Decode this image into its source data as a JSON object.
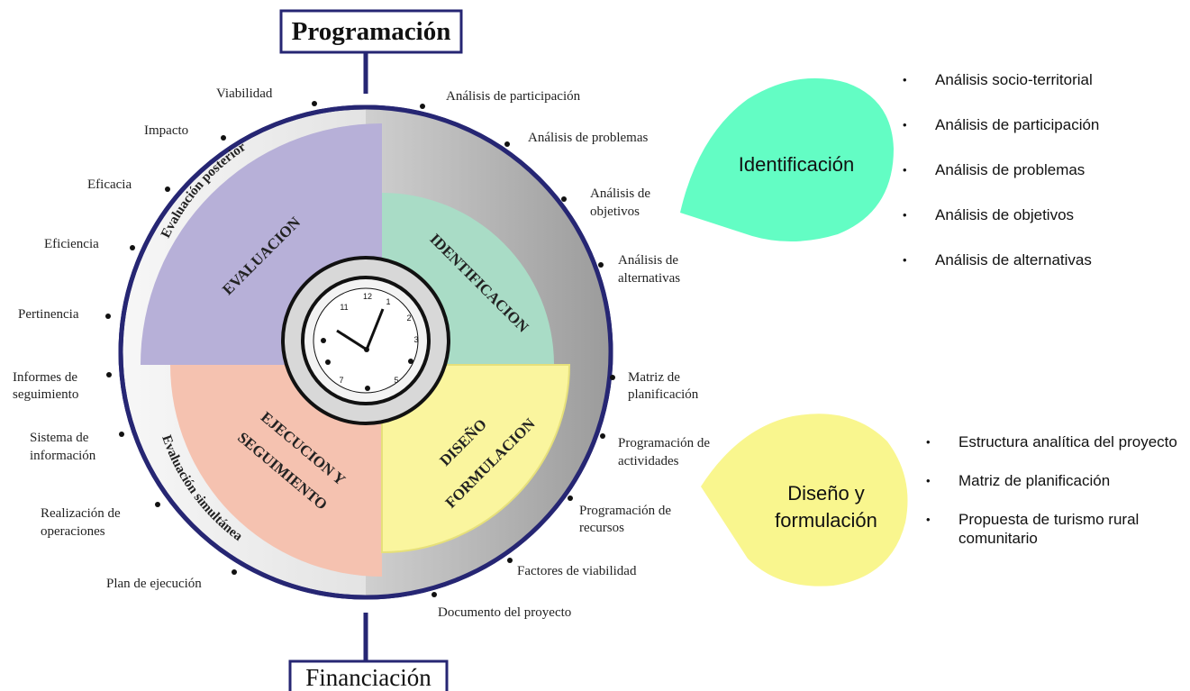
{
  "top_box": "Programación",
  "bottom_box": "Financiación",
  "quadrants": {
    "evaluacion": "EVALUACION",
    "identificacion": "IDENTIFICACION",
    "ejecucion_line1": "EJECUCION Y",
    "ejecucion_line2": "SEGUIMIENTO",
    "diseno_line1": "DISEÑO",
    "diseno_line2": "FORMULACION"
  },
  "ring_texts": {
    "top": "Evaluación posterior",
    "bottom": "Evaluación simultánea"
  },
  "clock_numbers": [
    "12",
    "1",
    "2",
    "3",
    "7",
    "5",
    "11"
  ],
  "outer_labels": {
    "viabilidad": "Viabilidad",
    "impacto": "Impacto",
    "eficacia": "Eficacia",
    "eficiencia": "Eficiencia",
    "pertinencia": "Pertinencia",
    "informes_1": "Informes de",
    "informes_2": "seguimiento",
    "sistema_1": "Sistema de",
    "sistema_2": "información",
    "realizacion_1": "Realización de",
    "realizacion_2": "operaciones",
    "plan": "Plan de ejecución",
    "documento": "Documento del proyecto",
    "factores": "Factores de viabilidad",
    "prog_recursos_1": "Programación de",
    "prog_recursos_2": "recursos",
    "prog_actividades_1": "Programación de",
    "prog_actividades_2": "actividades",
    "matriz_1": "Matriz de",
    "matriz_2": "planificación",
    "alternativas_1": "Análisis de",
    "alternativas_2": "alternativas",
    "objetivos_1": "Análisis de",
    "objetivos_2": "objetivos",
    "problemas": "Análisis de problemas",
    "participacion": "Análisis de participación"
  },
  "callouts": {
    "identificacion": "Identificación",
    "diseno_line1": "Diseño y",
    "diseno_line2": "formulación"
  },
  "identificacion_list": [
    "Análisis socio-territorial",
    "Análisis de participación",
    "Análisis de problemas",
    "Análisis de objetivos",
    "Análisis de alternativas"
  ],
  "diseno_list": [
    "Estructura analítica del proyecto",
    "Matriz de planificación",
    "Propuesta de turismo rural comunitario"
  ],
  "colors": {
    "navy": "#262673",
    "evaluacion": "#b7b0d8",
    "identificacion": "#a9dcc6",
    "ejecucion": "#f5c2b0",
    "diseno": "#faf59e",
    "callout_identificacion": "#63fdc4",
    "callout_diseno": "#f9f68e"
  }
}
